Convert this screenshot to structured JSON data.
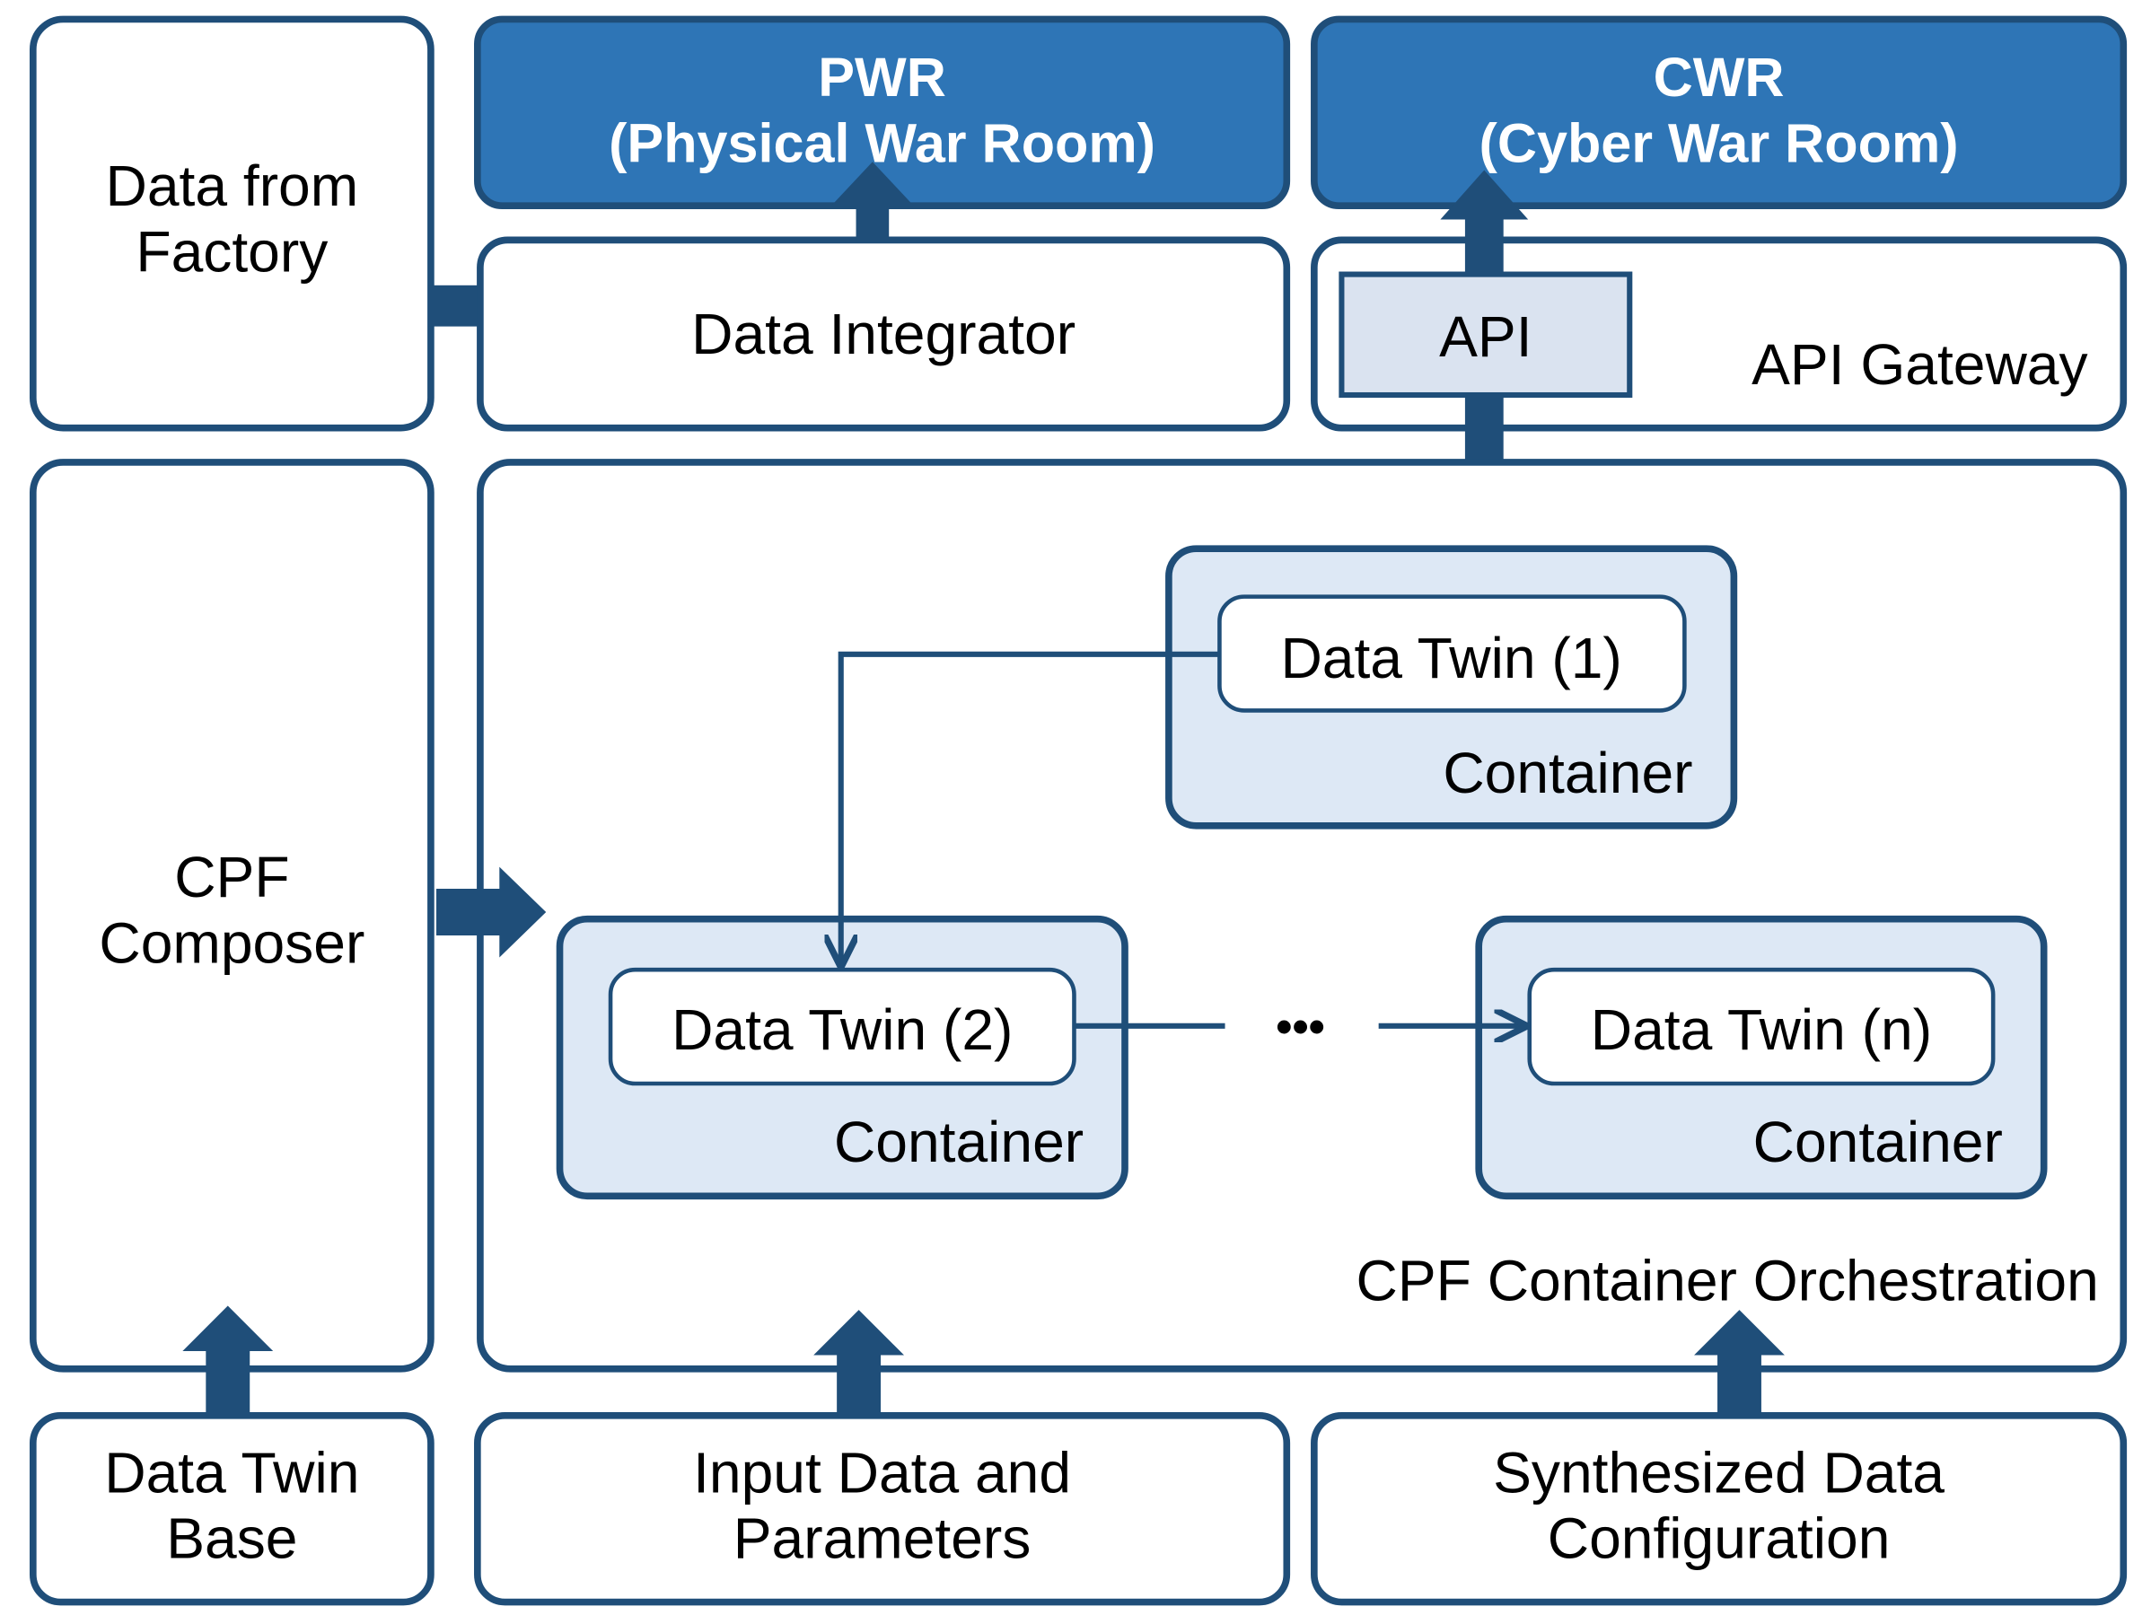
{
  "boxes": {
    "data_from_factory": [
      "Data from",
      "Factory"
    ],
    "pwr": [
      "PWR",
      "(Physical War Room)"
    ],
    "cwr": [
      "CWR",
      "(Cyber War Room)"
    ],
    "data_integrator": "Data Integrator",
    "api": "API",
    "api_gateway": "API Gateway",
    "cpf_composer": [
      "CPF",
      "Composer"
    ],
    "orchestration": "CPF Container Orchestration",
    "data_twin_1": "Data Twin (1)",
    "data_twin_2": "Data Twin (2)",
    "data_twin_n": "Data Twin (n)",
    "container": "Container",
    "ellipsis": "•••",
    "data_twin_base": [
      "Data Twin",
      "Base"
    ],
    "input_data": [
      "Input Data and",
      "Parameters"
    ],
    "synthesized": [
      "Synthesized Data",
      "Configuration"
    ]
  },
  "colors": {
    "dark_fill": "#2e75b6",
    "stroke": "#1f4e79",
    "container_fill": "#dde8f5",
    "api_fill": "#dae3f0"
  }
}
